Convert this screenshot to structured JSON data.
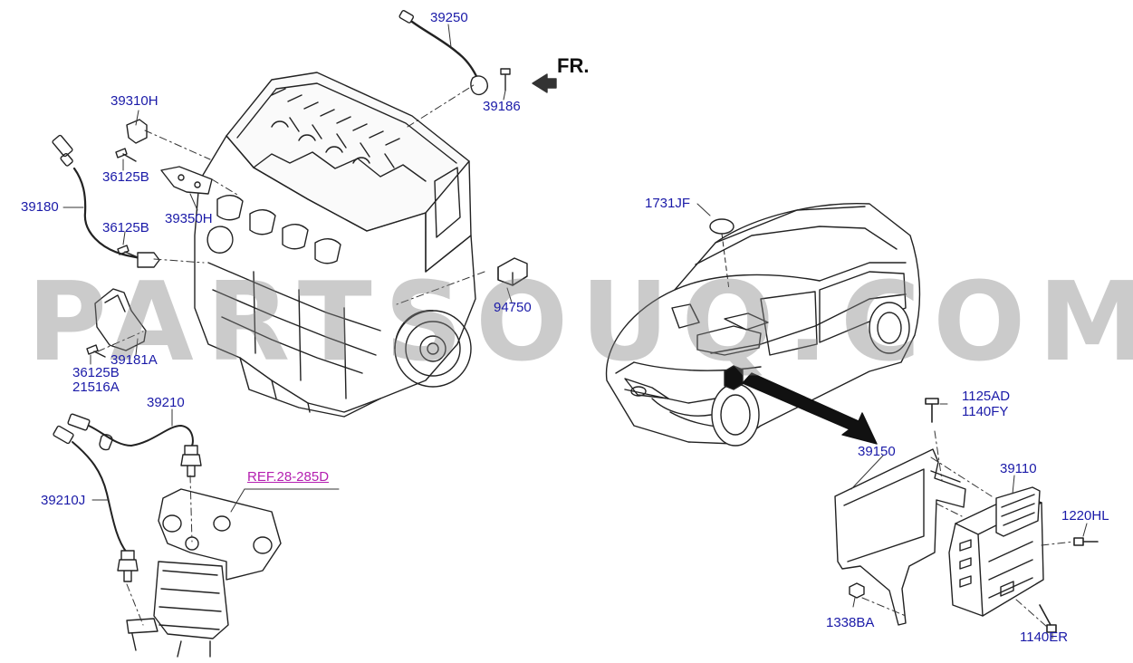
{
  "watermark": "PARTSOUQ.COM",
  "direction_label": "FR.",
  "colors": {
    "callout": "#1a1aa8",
    "reference": "#b41fb0",
    "line": "#222222"
  },
  "callouts": [
    {
      "id": "39250",
      "label": "39250"
    },
    {
      "id": "39186",
      "label": "39186"
    },
    {
      "id": "39310H",
      "label": "39310H"
    },
    {
      "id": "36125B-1",
      "label": "36125B"
    },
    {
      "id": "39350H",
      "label": "39350H"
    },
    {
      "id": "39180",
      "label": "39180"
    },
    {
      "id": "36125B-2",
      "label": "36125B"
    },
    {
      "id": "94750",
      "label": "94750"
    },
    {
      "id": "39181A",
      "label": "39181A"
    },
    {
      "id": "36125B-3",
      "label": "36125B"
    },
    {
      "id": "21516A",
      "label": "21516A"
    },
    {
      "id": "39210",
      "label": "39210"
    },
    {
      "id": "REF",
      "label": "REF.28-285D"
    },
    {
      "id": "39210J",
      "label": "39210J"
    },
    {
      "id": "1731JF",
      "label": "1731JF"
    },
    {
      "id": "1125AD",
      "label": "1125AD"
    },
    {
      "id": "1140FY",
      "label": "1140FY"
    },
    {
      "id": "39150",
      "label": "39150"
    },
    {
      "id": "39110",
      "label": "39110"
    },
    {
      "id": "1220HL",
      "label": "1220HL"
    },
    {
      "id": "1338BA",
      "label": "1338BA"
    },
    {
      "id": "1140ER",
      "label": "1140ER"
    }
  ]
}
